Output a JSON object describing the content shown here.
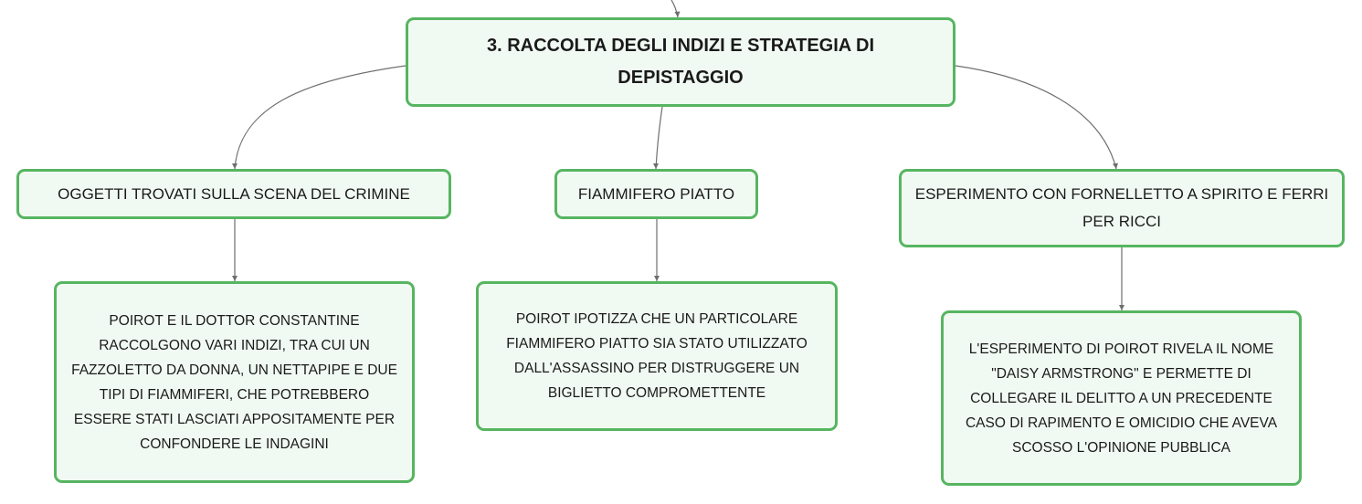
{
  "central": {
    "title": "3. RACCOLTA DEGLI INDIZI E STRATEGIA DI DEPISTAGGIO"
  },
  "topics": [
    {
      "title": "OGGETTI TROVATI SULLA SCENA DEL CRIMINE",
      "detail": "POIROT E IL DOTTOR CONSTANTINE RACCOLGONO VARI INDIZI, TRA CUI UN FAZZOLETTO DA DONNA, UN NETTAPIPE E DUE TIPI DI FIAMMIFERI, CHE POTREBBERO ESSERE STATI LASCIATI APPOSITAMENTE PER CONFONDERE LE INDAGINI"
    },
    {
      "title": "FIAMMIFERO PIATTO",
      "detail": "POIROT IPOTIZZA CHE UN PARTICOLARE FIAMMIFERO PIATTO SIA STATO UTILIZZATO DALL'ASSASSINO PER DISTRUGGERE UN BIGLIETTO COMPROMETTENTE"
    },
    {
      "title": "ESPERIMENTO CON FORNELLETTO A SPIRITO E FERRI PER RICCI",
      "detail": "L'ESPERIMENTO DI POIROT RIVELA IL NOME \"DAISY ARMSTRONG\" E PERMETTE DI COLLEGARE IL DELITTO A UN PRECEDENTE CASO DI RAPIMENTO E OMICIDIO CHE AVEVA SCOSSO L'OPINIONE PUBBLICA"
    }
  ],
  "colors": {
    "node_border": "#57b561",
    "node_fill": "#f1faf2",
    "connector": "#6e6e6e",
    "text": "#1a1a1a"
  }
}
